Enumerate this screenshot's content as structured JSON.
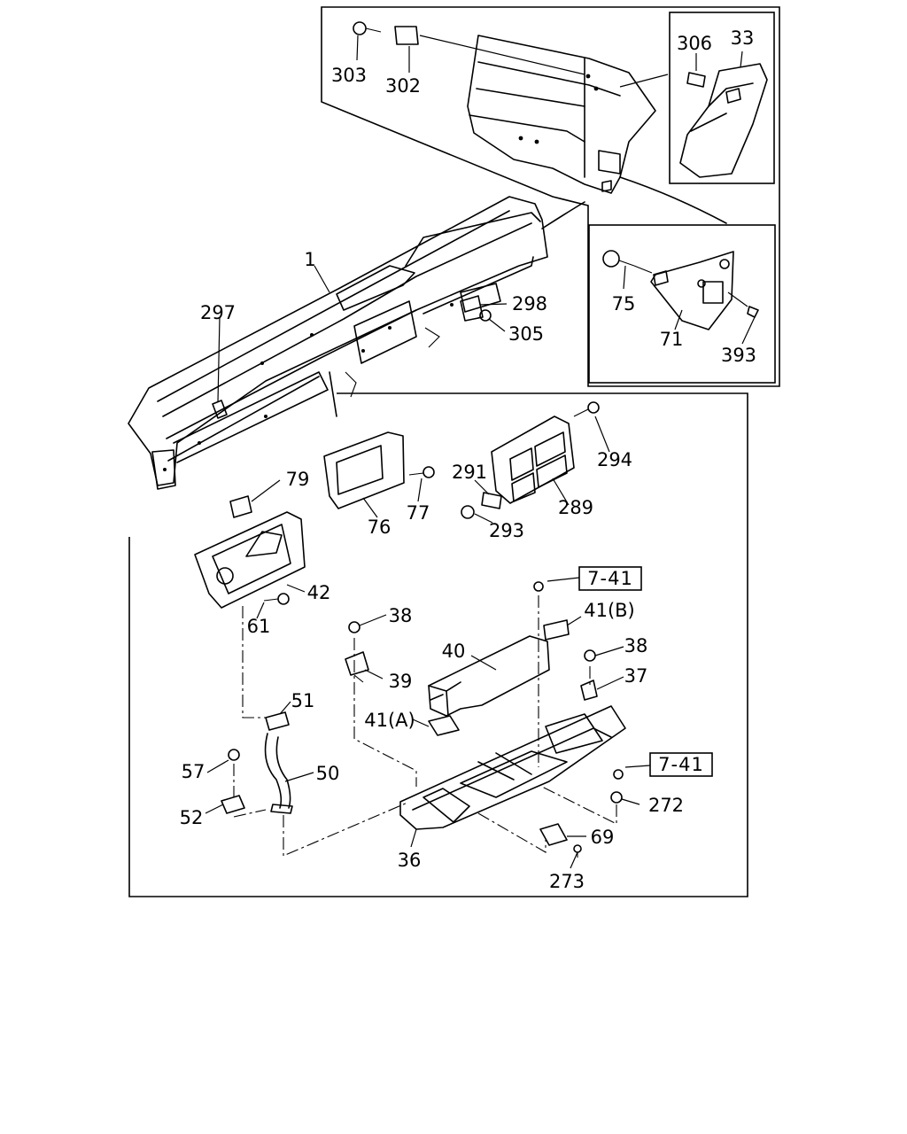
{
  "callouts": {
    "c1": "1",
    "c297": "297",
    "c298": "298",
    "c305": "305",
    "c303": "303",
    "c302": "302",
    "c306": "306",
    "c33": "33",
    "c75": "75",
    "c71": "71",
    "c393": "393",
    "c79": "79",
    "c76": "76",
    "c77": "77",
    "c291": "291",
    "c293": "293",
    "c294": "294",
    "c289": "289",
    "c42": "42",
    "c61": "61",
    "c38a": "38",
    "c38b": "38",
    "c39": "39",
    "c40": "40",
    "c41a": "41(A)",
    "c41b": "41(B)",
    "c37": "37",
    "c51": "51",
    "c50": "50",
    "c57": "57",
    "c52": "52",
    "c36": "36",
    "c272": "272",
    "c69": "69",
    "c273": "273"
  },
  "references": {
    "ref_top": "7-41",
    "ref_mid": "7-41"
  }
}
